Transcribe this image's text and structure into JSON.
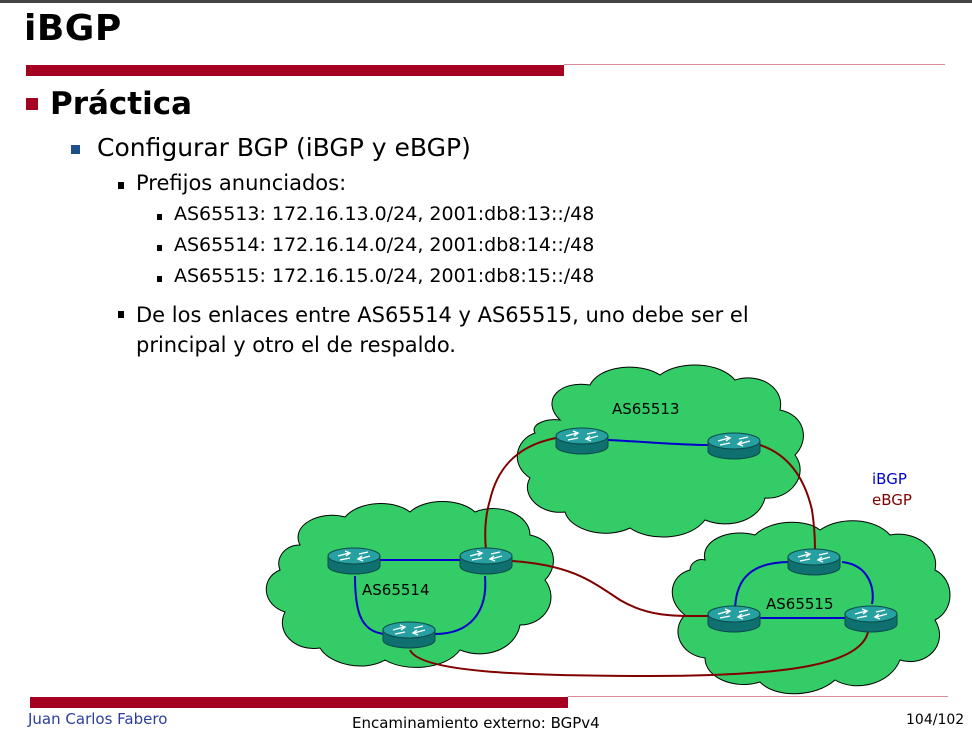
{
  "slide": {
    "title": "iBGP",
    "heading": "Práctica",
    "task": "Configurar BGP (iBGP y eBGP)",
    "prefixes_label": "Prefijos anunciados:",
    "prefixes": [
      "AS65513: 172.16.13.0/24, 2001:db8:13::/48",
      "AS65514: 172.16.14.0/24, 2001:db8:14::/48",
      "AS65515: 172.16.15.0/24, 2001:db8:15::/48"
    ],
    "links_line1": "De los enlaces entre AS65514 y AS65515, uno debe ser el",
    "links_line2": "principal y otro el de respaldo."
  },
  "diagram": {
    "as_labels": [
      "AS65513",
      "AS65514",
      "AS65515"
    ],
    "legend": {
      "ibgp": "iBGP",
      "ebgp": "eBGP"
    },
    "colors": {
      "cloud": "#33cc66",
      "ibgp": "#0000cc",
      "ebgp": "#800000",
      "router": "#1a8a8a"
    }
  },
  "footer": {
    "author": "Juan Carlos Fabero",
    "title": "Encaminamiento externo: BGPv4",
    "page": "104/102"
  },
  "colors": {
    "accent": "#a50021",
    "bullet_blue": "#1f4e8c",
    "author_blue": "#2a3f9a"
  }
}
